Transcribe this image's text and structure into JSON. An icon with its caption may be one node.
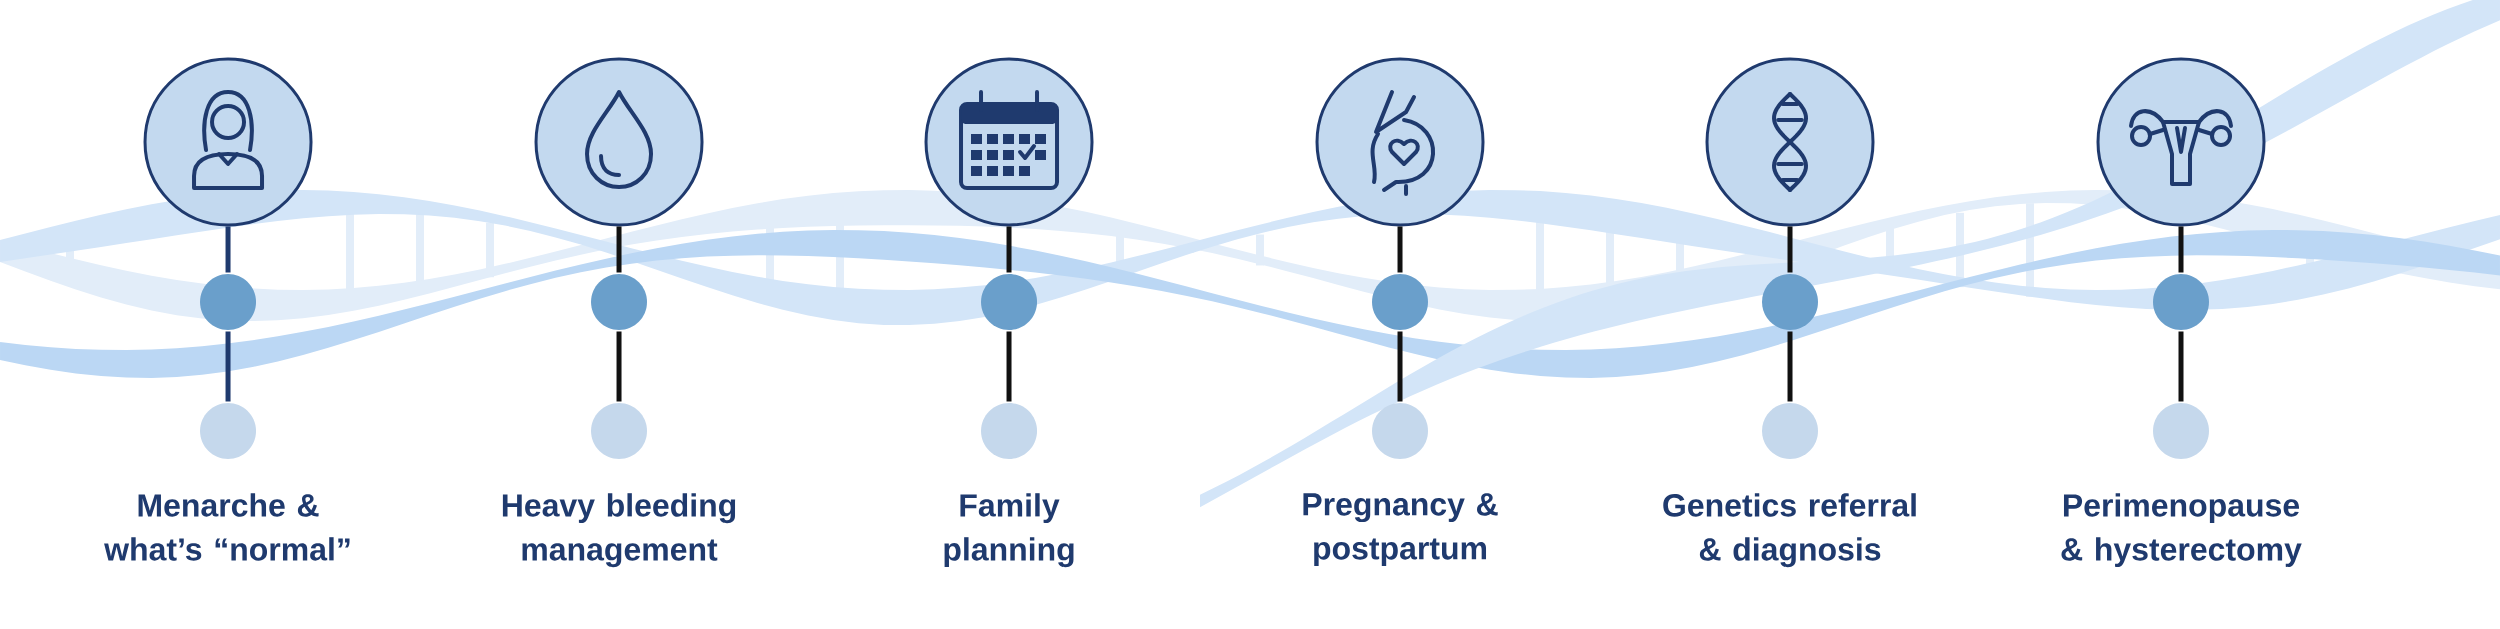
{
  "diagram": {
    "nodes": [
      {
        "text": [],
        "shape": "circle"
      },
      {
        "text": [],
        "shape": "circle"
      },
      {
        "text": [],
        "shape": "circle",
        "beside": [
          "Menarche & what’s “normal”"
        ]
      },
      {
        "text": [],
        "shape": "circle"
      },
      {
        "text": [],
        "shape": "circle"
      },
      {
        "text": [],
        "shape": "circle",
        "beside": [
          "Heavy bleeding management"
        ]
      },
      {
        "text": [],
        "shape": "circle"
      },
      {
        "text": [],
        "shape": "circle"
      },
      {
        "text": [],
        "shape": "circle",
        "beside": [
          "Family planning"
        ]
      },
      {
        "text": [],
        "shape": "circle"
      },
      {
        "text": [],
        "shape": "circle"
      },
      {
        "text": [],
        "shape": "circle",
        "beside": [
          "Pregnancy & postpartum"
        ]
      },
      {
        "text": [],
        "shape": "circle"
      },
      {
        "text": [],
        "shape": "circle"
      },
      {
        "text": [],
        "shape": "circle",
        "beside": [
          "Genetics referral & diagnosis"
        ]
      },
      {
        "text": [],
        "shape": "circle"
      },
      {
        "text": [],
        "shape": "circle"
      },
      {
        "text": [],
        "shape": "circle",
        "beside": [
          "Perimenopause & hysterectomy"
        ]
      }
    ],
    "edges": [
      {
        "from": 0,
        "to": 1,
        "arrow": "none",
        "color": "#1f3a6e"
      },
      {
        "from": 1,
        "to": 2,
        "arrow": "none",
        "color": "#1f3a6e"
      },
      {
        "from": 3,
        "to": 4,
        "arrow": "none"
      },
      {
        "from": 4,
        "to": 5,
        "arrow": "none"
      },
      {
        "from": 6,
        "to": 7,
        "arrow": "none"
      },
      {
        "from": 7,
        "to": 8,
        "arrow": "none"
      },
      {
        "from": 9,
        "to": 10,
        "arrow": "none"
      },
      {
        "from": 10,
        "to": 11,
        "arrow": "none"
      },
      {
        "from": 12,
        "to": 13,
        "arrow": "none"
      },
      {
        "from": 13,
        "to": 14,
        "arrow": "none"
      },
      {
        "from": 15,
        "to": 16,
        "arrow": "none"
      },
      {
        "from": 16,
        "to": 17,
        "arrow": "none"
      }
    ]
  }
}
